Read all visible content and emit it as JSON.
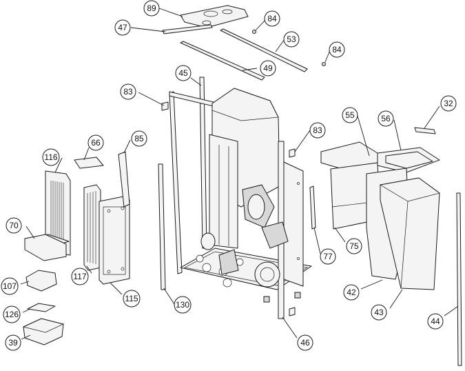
{
  "diagram": {
    "type": "exploded-parts-view",
    "callouts": [
      {
        "id": "c89",
        "label": "89"
      },
      {
        "id": "c84a",
        "label": "84"
      },
      {
        "id": "c47",
        "label": "47"
      },
      {
        "id": "c53",
        "label": "53"
      },
      {
        "id": "c84b",
        "label": "84"
      },
      {
        "id": "c49",
        "label": "49"
      },
      {
        "id": "c45",
        "label": "45"
      },
      {
        "id": "c83a",
        "label": "83"
      },
      {
        "id": "c83b",
        "label": "83"
      },
      {
        "id": "c55",
        "label": "55"
      },
      {
        "id": "c56",
        "label": "56"
      },
      {
        "id": "c32",
        "label": "32"
      },
      {
        "id": "c66",
        "label": "66"
      },
      {
        "id": "c85",
        "label": "85"
      },
      {
        "id": "c116",
        "label": "116"
      },
      {
        "id": "c70",
        "label": "70"
      },
      {
        "id": "c117",
        "label": "117"
      },
      {
        "id": "c115",
        "label": "115"
      },
      {
        "id": "c107",
        "label": "107"
      },
      {
        "id": "c126",
        "label": "126"
      },
      {
        "id": "c39",
        "label": "39"
      },
      {
        "id": "c130",
        "label": "130"
      },
      {
        "id": "c46",
        "label": "46"
      },
      {
        "id": "c77",
        "label": "77"
      },
      {
        "id": "c75",
        "label": "75"
      },
      {
        "id": "c42",
        "label": "42"
      },
      {
        "id": "c43",
        "label": "43"
      },
      {
        "id": "c44",
        "label": "44"
      }
    ]
  }
}
